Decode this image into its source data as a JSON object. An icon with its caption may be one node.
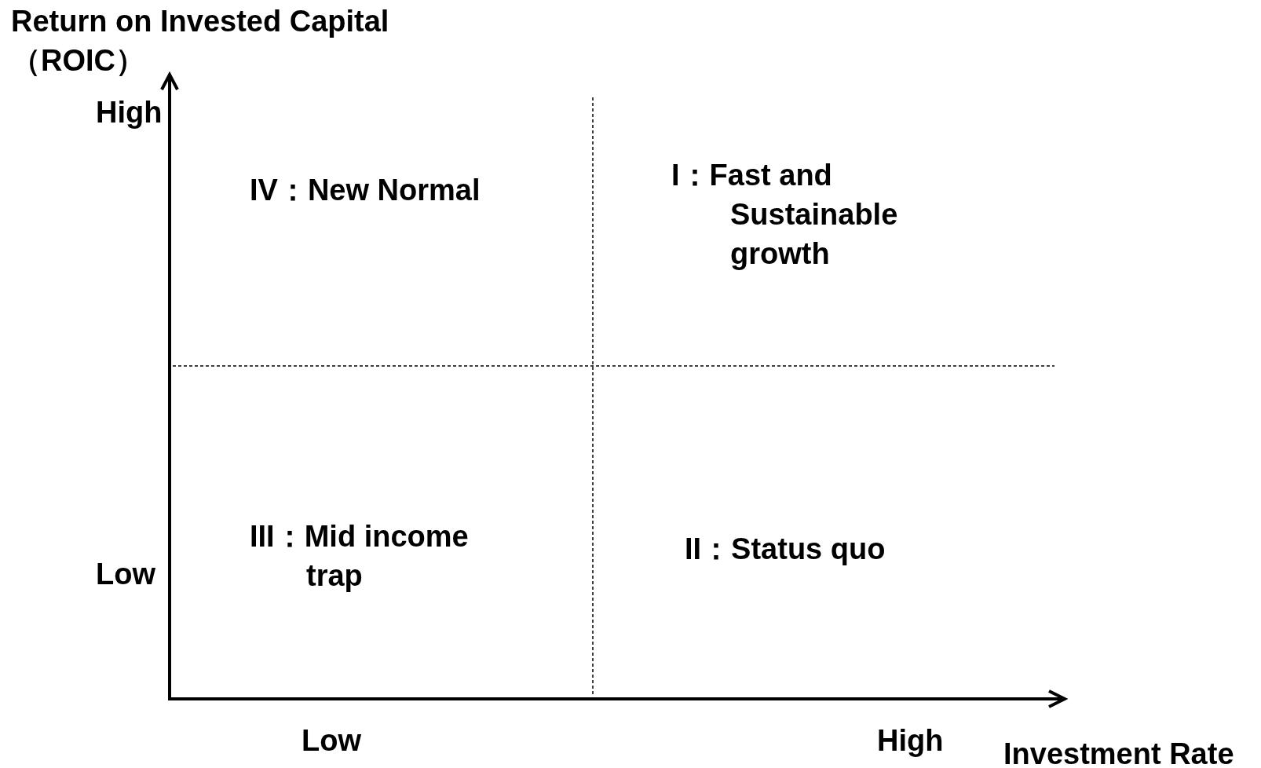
{
  "diagram": {
    "labels": [
      "Return on Invested Capital （ROIC）",
      "High",
      "IV：New Normal",
      "I：Fast and Sustainable growth",
      "Low",
      "III：Mid income trap",
      "II：Status quo",
      "Low",
      "High",
      "Investment Rate"
    ]
  }
}
